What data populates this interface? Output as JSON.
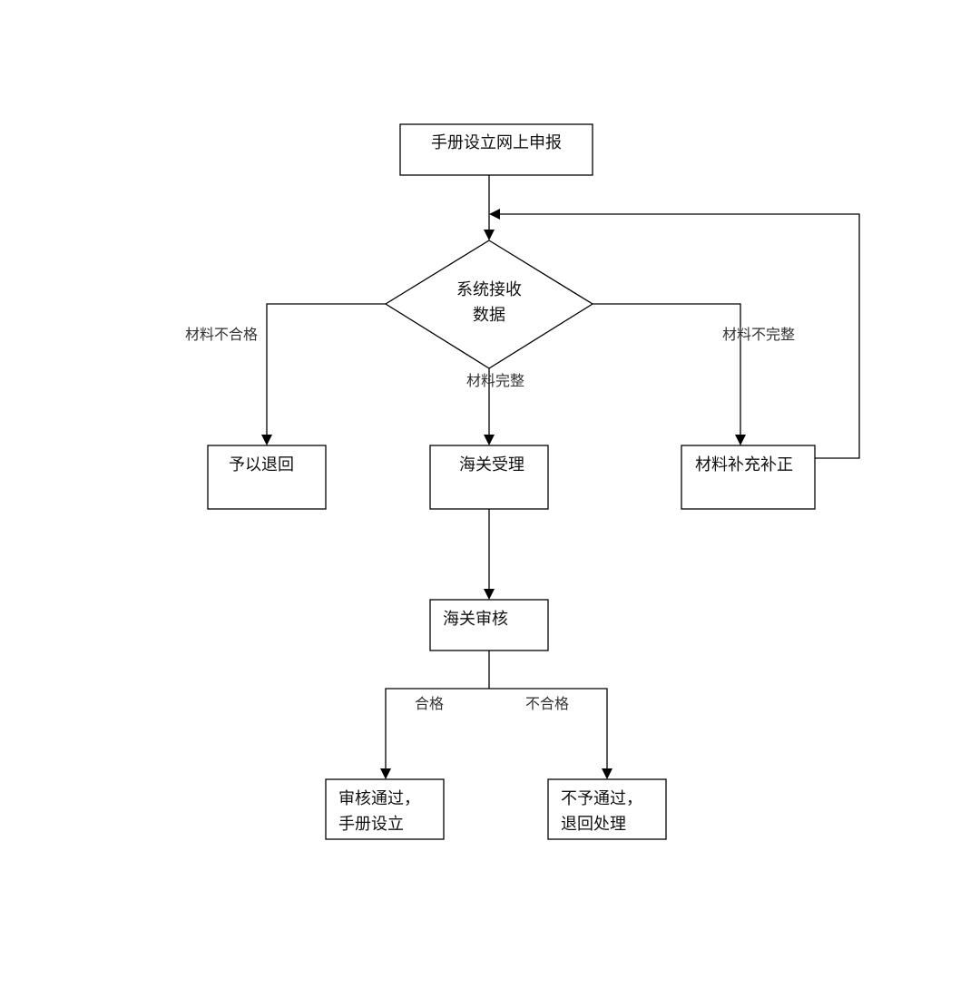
{
  "nodes": {
    "apply": "手册设立网上申报",
    "receive_line1": "系统接收",
    "receive_line2": "数据",
    "return": "予以退回",
    "accept": "海关受理",
    "supplement": "材料补充补正",
    "review": "海关审核",
    "approved_line1": "审核通过，",
    "approved_line2": "手册设立",
    "rejected_line1": "不予通过，",
    "rejected_line2": "退回处理"
  },
  "edges": {
    "not_qualified_material": "材料不合格",
    "complete_material": "材料完整",
    "incomplete_material": "材料不完整",
    "qualified": "合格",
    "not_qualified": "不合格"
  },
  "colors": {
    "stroke": "#000000",
    "text": "#111111",
    "background": "#ffffff"
  }
}
